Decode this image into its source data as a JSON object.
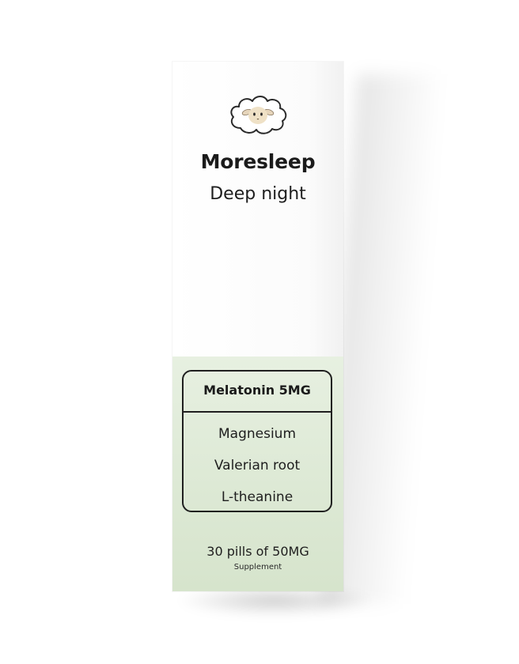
{
  "brand": "Moresleep",
  "product_name": "Deep night",
  "logo_icon": "sheep-cloud-icon",
  "ingredients": {
    "main": "Melatonin 5MG",
    "items": [
      "Magnesium",
      "Valerian root",
      "L-theanine"
    ]
  },
  "pack_info": {
    "count_line": "30 pills of 50MG",
    "category": "Supplement"
  },
  "colors": {
    "accent_green": "#dde9d5",
    "text_dark": "#1b1b1b"
  }
}
